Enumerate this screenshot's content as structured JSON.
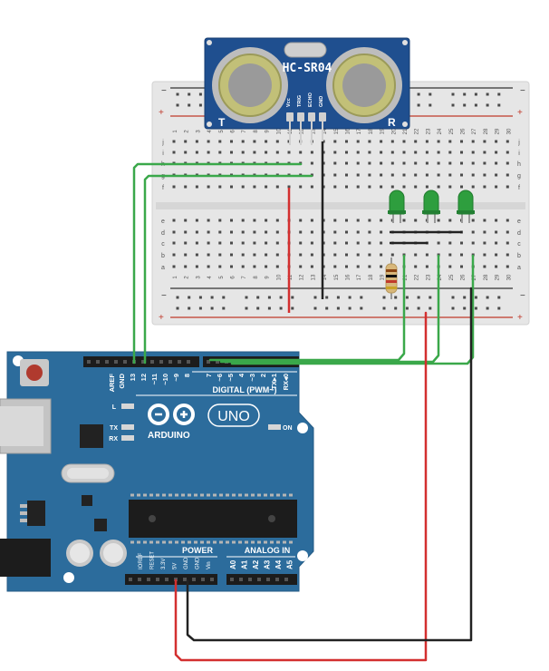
{
  "sensor": {
    "model": "HC-SR04",
    "pins": [
      "Vcc",
      "TRIG",
      "ECHO",
      "GND"
    ],
    "corner_left": "T",
    "corner_right": "R"
  },
  "breadboard": {
    "column_numbers": [
      "1",
      "2",
      "3",
      "4",
      "5",
      "6",
      "7",
      "8",
      "9",
      "10",
      "11",
      "12",
      "13",
      "14",
      "15",
      "16",
      "17",
      "18",
      "19",
      "20",
      "21",
      "22",
      "23",
      "24",
      "25",
      "26",
      "27",
      "28",
      "29",
      "30"
    ],
    "row_letters_top": [
      "j",
      "i",
      "h",
      "g",
      "f"
    ],
    "row_letters_bottom": [
      "e",
      "d",
      "c",
      "b",
      "a"
    ],
    "rail_plus": "+",
    "rail_minus": "−"
  },
  "leds": {
    "count": 3,
    "color": "#2e9e3e"
  },
  "arduino": {
    "brand": "ARDUINO",
    "model": "UNO",
    "digital_label": "DIGITAL (PWM~)",
    "digital_pins": [
      "AREF",
      "GND",
      "13",
      "12",
      "~11",
      "~10",
      "~9",
      "8",
      "7",
      "~6",
      "~5",
      "4",
      "~3",
      "2",
      "TX▸1",
      "RX◂0"
    ],
    "led_labels": [
      "L",
      "TX",
      "RX"
    ],
    "on_label": "ON",
    "power_label": "POWER",
    "power_pins": [
      "IOREF",
      "RESET",
      "3.3V",
      "5V",
      "GND",
      "GND",
      "Vin"
    ],
    "analog_label": "ANALOG IN",
    "analog_pins": [
      "A0",
      "A1",
      "A2",
      "A3",
      "A4",
      "A5"
    ]
  }
}
